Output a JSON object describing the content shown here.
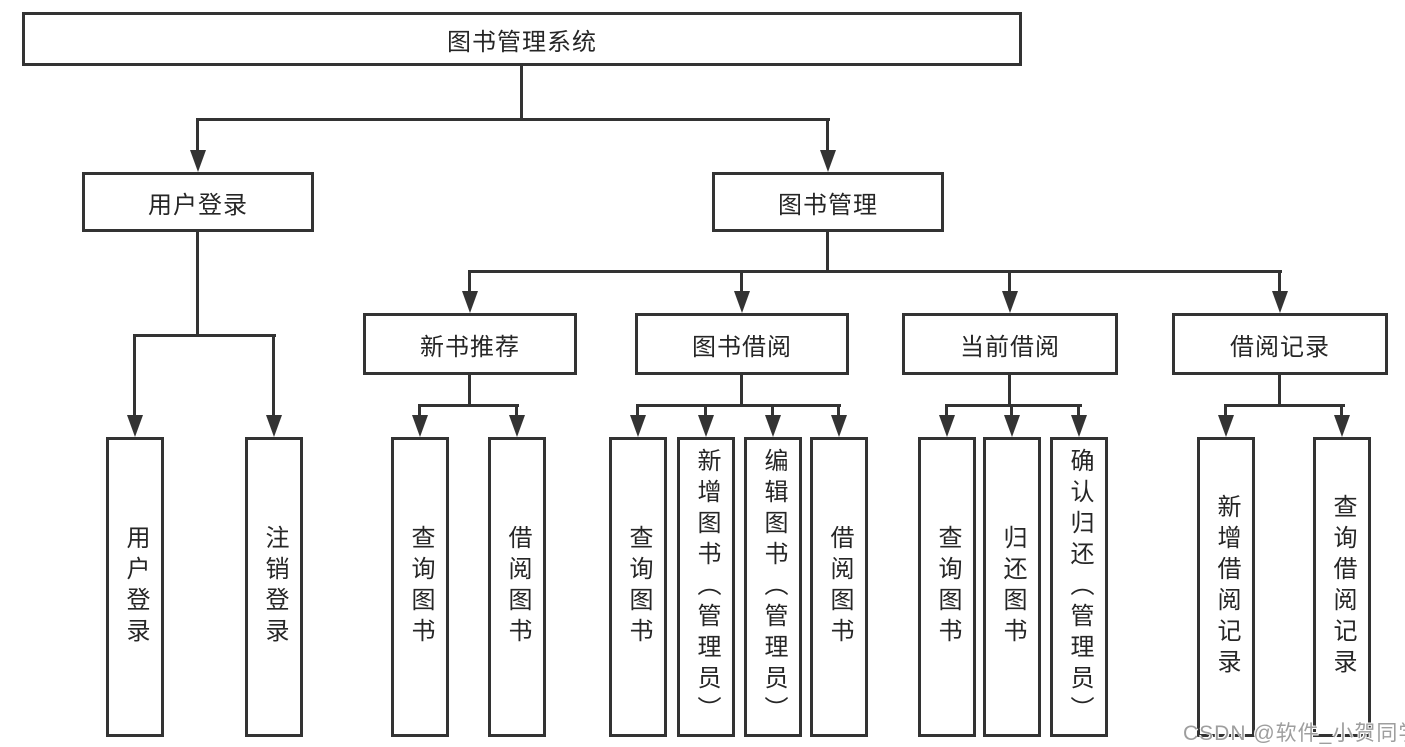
{
  "diagram_type": "hierarchy-tree",
  "root": {
    "label": "图书管理系统"
  },
  "branches": {
    "user_login": {
      "label": "用户登录",
      "children": [
        {
          "label": "用户登录"
        },
        {
          "label": "注销登录"
        }
      ]
    },
    "book_management": {
      "label": "图书管理",
      "children": [
        {
          "label": "新书推荐",
          "children": [
            {
              "label": "查询图书"
            },
            {
              "label": "借阅图书"
            }
          ]
        },
        {
          "label": "图书借阅",
          "children": [
            {
              "label": "查询图书"
            },
            {
              "label": "新增图书（管理员）"
            },
            {
              "label": "编辑图书（管理员）"
            },
            {
              "label": "借阅图书"
            }
          ]
        },
        {
          "label": "当前借阅",
          "children": [
            {
              "label": "查询图书"
            },
            {
              "label": "归还图书"
            },
            {
              "label": "确认归还（管理员）"
            }
          ]
        },
        {
          "label": "借阅记录",
          "children": [
            {
              "label": "新增借阅记录"
            },
            {
              "label": "查询借阅记录"
            }
          ]
        }
      ]
    }
  },
  "watermark": "CSDN @软件_小贺同学",
  "colors": {
    "line": "#333333",
    "text": "#262626",
    "box_background": "#ffffff",
    "page_background": "#ffffff",
    "watermark": "#9e9e9e"
  }
}
